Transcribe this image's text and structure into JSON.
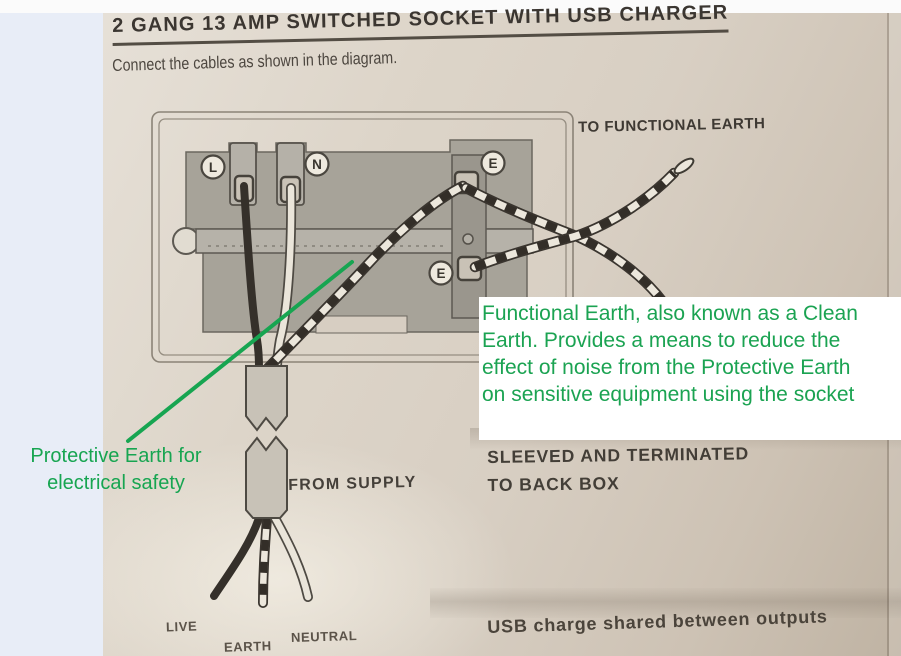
{
  "colors": {
    "annotation_green": "#17a551",
    "page_background": "#e8edf7",
    "paper": "#d8cfc3",
    "white_box": "#ffffff"
  },
  "manual": {
    "title": "2 GANG 13 AMP SWITCHED SOCKET WITH USB CHARGER",
    "subtitle": "Connect the cables as shown in the diagram.",
    "diagram_labels": {
      "to_functional_earth": "TO FUNCTIONAL EARTH",
      "from_supply": "FROM SUPPLY",
      "sleeved_line1": "SLEEVED AND TERMINATED",
      "sleeved_line2": "TO BACK BOX",
      "live": "LIVE",
      "earth": "EARTH",
      "neutral": "NEUTRAL",
      "usb_note": "USB charge shared between outputs"
    },
    "terminal_letters": [
      "L",
      "N",
      "E",
      "E"
    ]
  },
  "annotations": {
    "protective_earth": {
      "line1": "Protective Earth for",
      "line2": "electrical safety"
    },
    "functional_earth": {
      "lines": [
        "Functional Earth, also known as a Clean",
        "Earth. Provides a means to reduce the",
        "effect of noise from the Protective Earth",
        "on sensitive equipment using the socket"
      ]
    }
  }
}
